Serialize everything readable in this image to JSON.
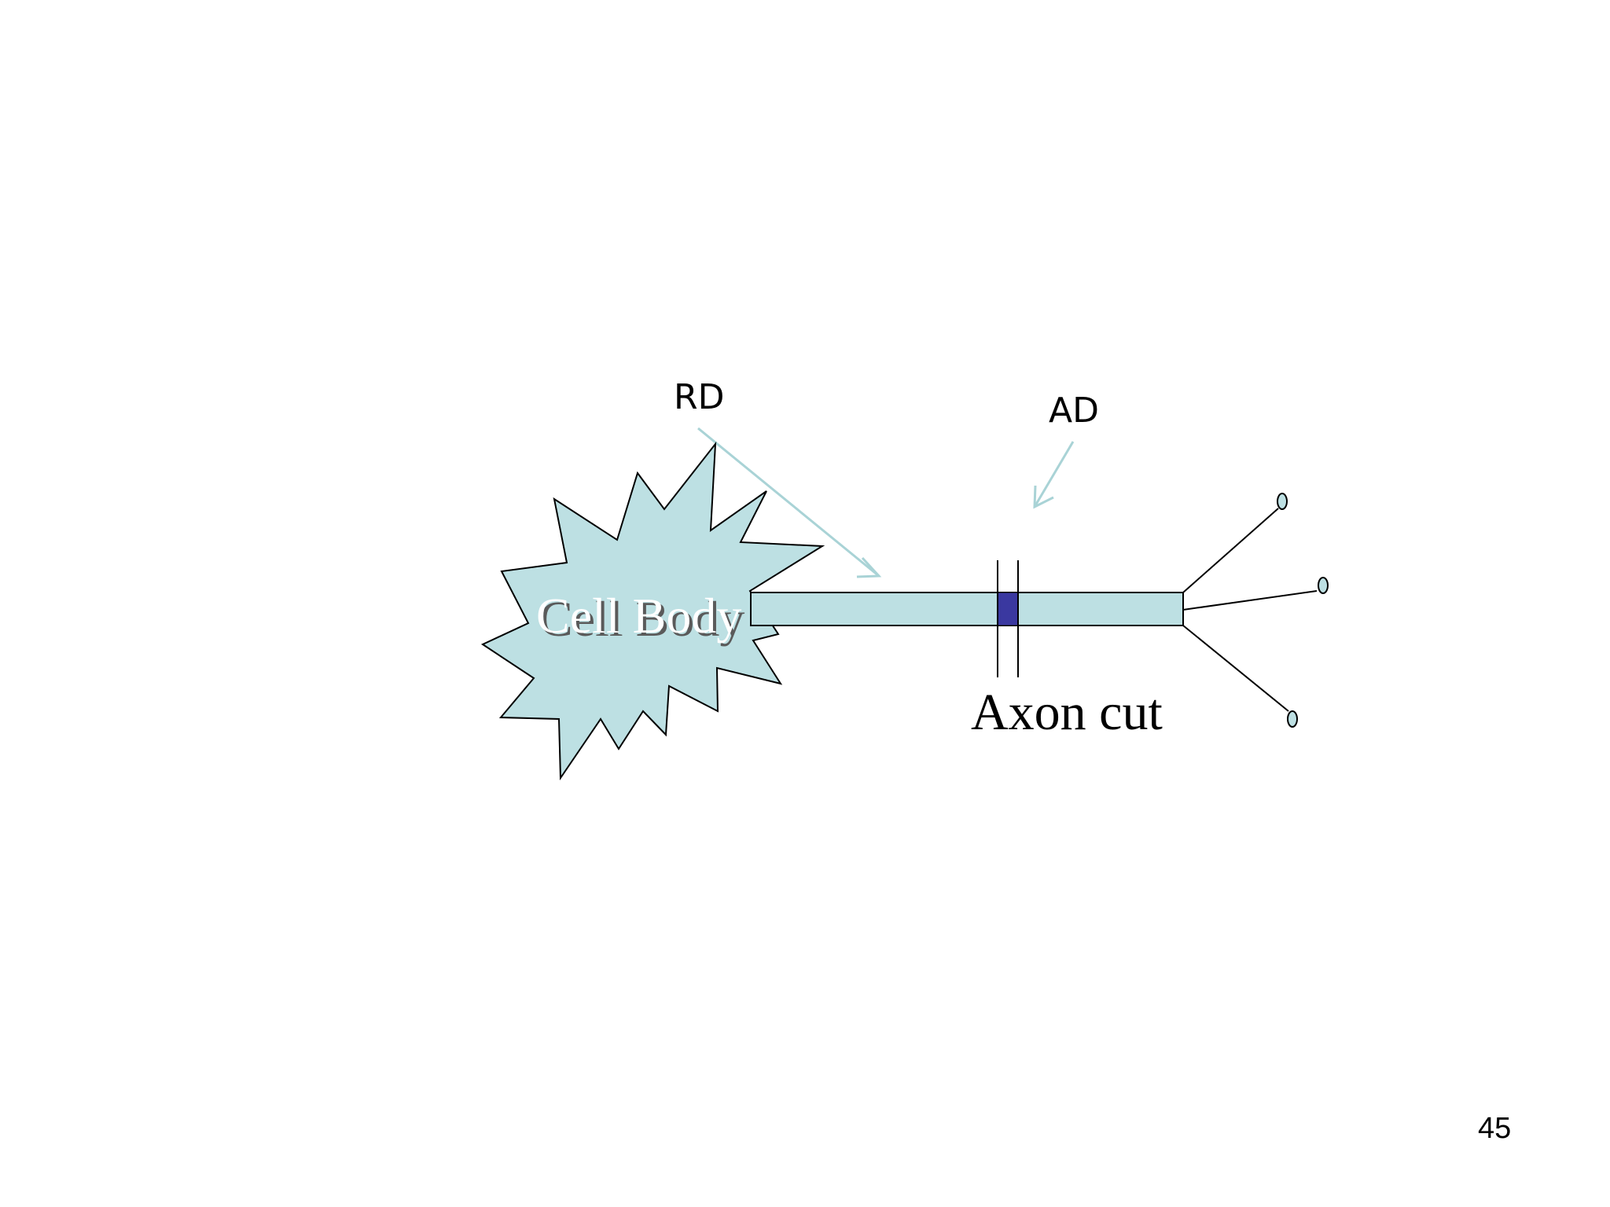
{
  "labels": {
    "rd": "RD",
    "ad": "AD",
    "cell_body": "Cell Body",
    "axon_cut": "Axon cut"
  },
  "page_number": "45",
  "colors": {
    "cell_fill": "#bde0e3",
    "axon_fill": "#bde0e3",
    "cut_segment": "#3a38a0",
    "arrow": "#a9d3d6",
    "outline": "#000000"
  }
}
